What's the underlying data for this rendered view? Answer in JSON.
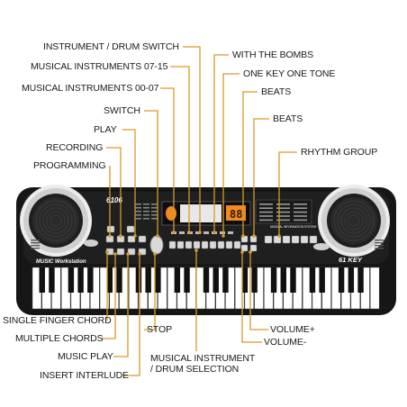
{
  "colors": {
    "leader": "#d79a2a",
    "body": "#161616",
    "panel": "#222222",
    "key_white": "#ffffff",
    "key_black": "#111111",
    "lcd": "#f08a1c",
    "text": "#1a1a1a"
  },
  "keyboard": {
    "model": "6106",
    "brand_label": "MUSIC Workstation",
    "key_label": "61 KEY",
    "panel_caption": "MUSICAL INFORMATION SYSTEM",
    "lcd_text": "88"
  },
  "callouts": {
    "instrument_drum_switch": "INSTRUMENT / DRUM SWITCH",
    "musical_instruments_07_15": "MUSICAL INSTRUMENTS 07-15",
    "musical_instruments_00_07": "MUSICAL INSTRUMENTS 00-07",
    "switch": "SWITCH",
    "play": "PLAY",
    "recording": "RECORDING",
    "programming": "PROGRAMMING",
    "with_the_bombs": "WITH THE BOMBS",
    "one_key_one_tone": "ONE KEY ONE TONE",
    "beats_1": "BEATS",
    "beats_2": "BEATS",
    "rhythm_group": "RHYTHM GROUP",
    "single_finger_chord": "SINGLE FINGER CHORD",
    "multiple_chords": "MULTIPLE CHORDS",
    "music_play": "MUSIC PLAY",
    "insert_interlude": "INSERT INTERLUDE",
    "stop": "STOP",
    "musical_instrument_drum_selection_1": "MUSICAL INSTRUMENT",
    "musical_instrument_drum_selection_2": "/ DRUM SELECTION",
    "volume_plus": "VOLUME+",
    "volume_minus": "VOLUME-"
  }
}
